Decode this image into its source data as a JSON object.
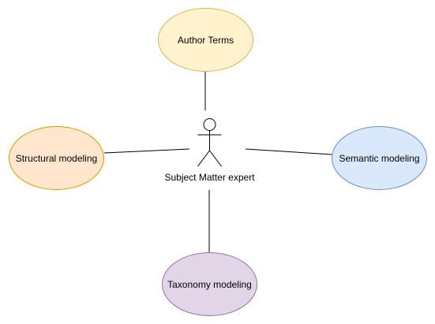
{
  "use_cases": {
    "author_terms": {
      "label": "Author Terms",
      "fill": "#fff2cc",
      "stroke": "#d6b656"
    },
    "structural": {
      "label": "Structural modeling",
      "fill": "#ffe6cc",
      "stroke": "#d79b00"
    },
    "semantic": {
      "label": "Semantic modeling",
      "fill": "#dae8fc",
      "stroke": "#6c8ebf"
    },
    "taxonomy": {
      "label": "Taxonomy modeling",
      "fill": "#e1d5e7",
      "stroke": "#9673a6"
    }
  },
  "actor": {
    "label": "Subject Matter expert",
    "icon": "stick-figure-actor-icon"
  }
}
